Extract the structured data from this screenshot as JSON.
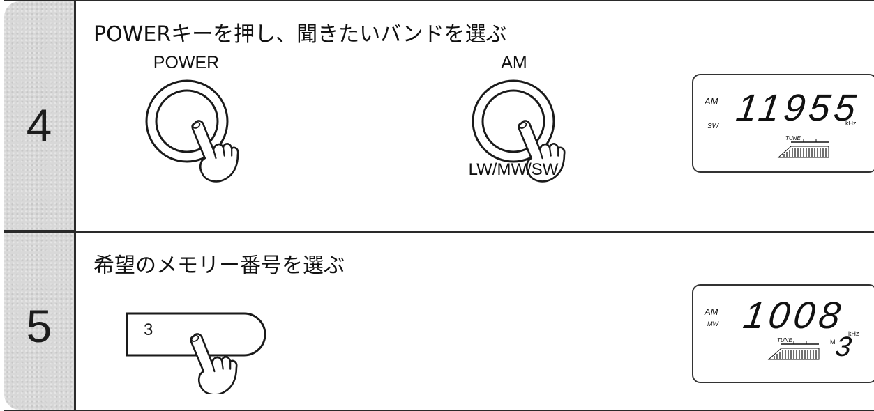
{
  "steps": [
    {
      "number": "4",
      "instruction": "POWERキーを押し、聞きたいバンドを選ぶ",
      "keys": {
        "power_label": "POWER",
        "band_label_top": "AM",
        "band_label_bottom": "LW/MW/SW"
      },
      "display": {
        "mode": "AM",
        "band": "SW",
        "frequency": "11955",
        "unit": "kHz",
        "tune_label": "TUNE"
      }
    },
    {
      "number": "5",
      "instruction": "希望のメモリー番号を選ぶ",
      "keys": {
        "memory_key_label": "3"
      },
      "display": {
        "mode": "AM",
        "band": "MW",
        "frequency": "1008",
        "unit": "kHz",
        "tune_label": "TUNE",
        "memory_indicator": "M",
        "memory_number": "3"
      }
    }
  ],
  "icons": {
    "round_key": "round-push-button-icon",
    "pill_key": "memory-key-icon",
    "pointing_hand": "pointing-hand-icon",
    "tune_meter": "tuning-meter-icon"
  },
  "colors": {
    "tab_background": "#d8d8d8",
    "line": "#2a2a2a",
    "ink": "#111111"
  }
}
